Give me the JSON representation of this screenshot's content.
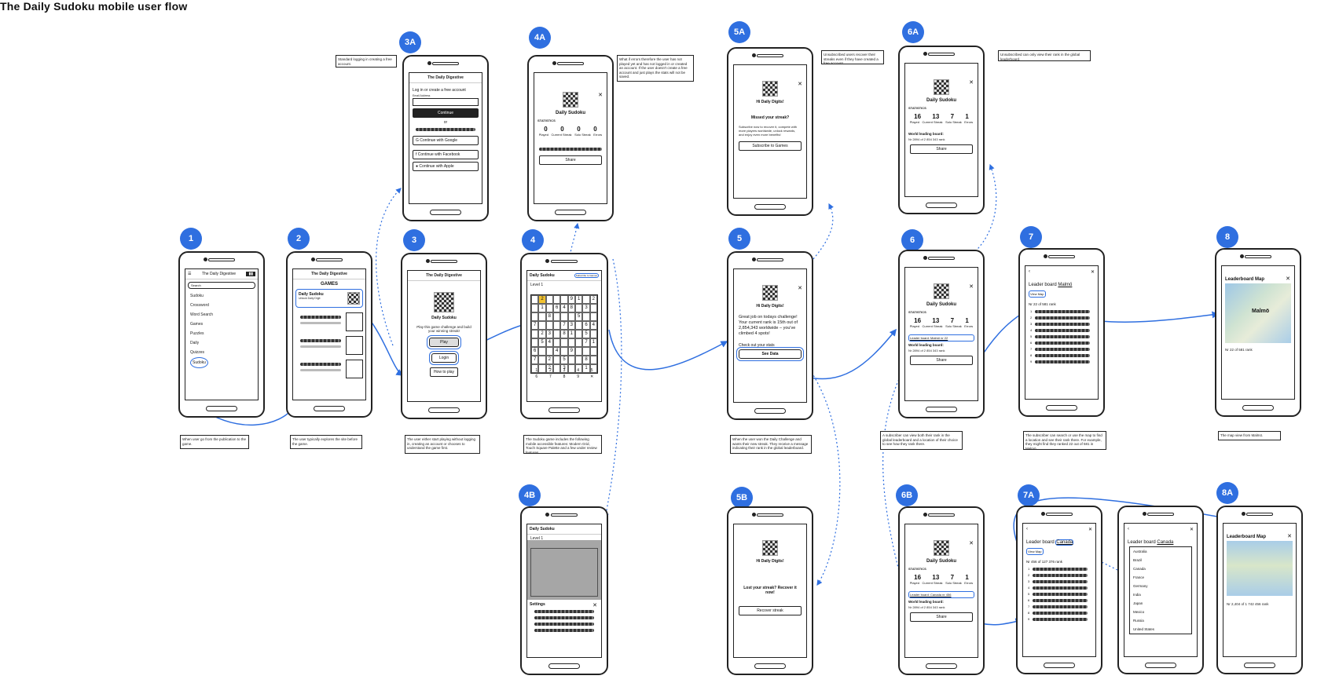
{
  "title": "The Daily Sudoku mobile user flow",
  "accent": "#2f6fe0",
  "badges": [
    "1",
    "2",
    "3",
    "4",
    "5",
    "6",
    "7",
    "8",
    "3A",
    "4A",
    "5A",
    "6A",
    "4B",
    "5B",
    "6B",
    "7A",
    "8A"
  ],
  "screens": {
    "s1": {
      "app": "The Daily Digestive",
      "search": "Search",
      "menu_items": [
        "Sudoku",
        "Crossword",
        "Word Search",
        "Games",
        "Puzzles",
        "Daily",
        "Quizzes",
        "Sudoku"
      ]
    },
    "s2": {
      "app": "The Daily Digestive",
      "header": "GAMES",
      "game_title": "Daily Sudoku",
      "game_sub": "Unlock Daily Digit"
    },
    "s3": {
      "app": "The Daily Digestive",
      "title": "Daily Sudoku",
      "body": "Play this game challenge and build your winning streak!",
      "btn_play": "Play",
      "btn_login": "Login",
      "btn_howto": "How to play"
    },
    "s3a": {
      "app": "The Daily Digestive",
      "title": "Log in or create a free account",
      "email_label": "Email Address",
      "continue": "Continue",
      "or": "or",
      "google": "Continue with Google",
      "facebook": "Continue with Facebook",
      "apple": "Continue with Apple"
    },
    "s4": {
      "app": "Daily Sudoku",
      "btn": "Subscribe to Games",
      "level": "Level 1",
      "digits": [
        "1",
        "2",
        "3",
        "4",
        "5",
        "6",
        "7",
        "8",
        "9"
      ]
    },
    "s4a": {
      "title": "Daily Sudoku",
      "stats_header": "STATISTICS",
      "stats": [
        "0",
        "0",
        "0",
        "0"
      ],
      "stat_labels": [
        "Played",
        "Current Streak",
        "Solo Streak",
        "Errors"
      ],
      "share": "Share"
    },
    "s4b": {
      "app": "Daily Sudoku",
      "level": "Level 1",
      "settings": "Settings"
    },
    "s5": {
      "greeting": "Hi Daily Digits!",
      "msg": "Great job on todays challenge! Your current rank is 15th out of 2,854,343 worldwide – you've climbed 4 spots!",
      "check": "Check out your stats",
      "btn": "See Data"
    },
    "s5a": {
      "greeting": "Hi Daily Digits!",
      "headline": "Missed your streak?",
      "body": "Subscribe now to recover it, compete with more players worldwide, unlock rewards, and enjoy even more benefits!",
      "btn": "Subscribe to Games"
    },
    "s5b": {
      "greeting": "Hi Daily Digits!",
      "headline": "Lost your streak? Recover it now!",
      "btn": "Recover streak"
    },
    "s6": {
      "title": "Daily Sudoku",
      "stats_header": "STATISTICS",
      "stats": [
        "16",
        "13",
        "7",
        "1"
      ],
      "stat_labels": [
        "Played",
        "Current Streak",
        "Solo Streak",
        "Errors"
      ],
      "lb_link": "Leader board: Malmö nr 22",
      "world": "World leading board:",
      "world_rank": "Nr 2894 of 2 854 343 rank",
      "share": "Share"
    },
    "s6a": {
      "title": "Daily Sudoku",
      "stats_header": "STATISTICS",
      "stats": [
        "16",
        "13",
        "7",
        "1"
      ],
      "stat_labels": [
        "Played",
        "Current Streak",
        "Solo Streak",
        "Errors"
      ],
      "world": "World leading board:",
      "world_rank": "Nr 2894 of 2 854 343 rank",
      "share": "Share"
    },
    "s6b": {
      "title": "Daily Sudoku",
      "stats_header": "STATISTICS",
      "stats": [
        "16",
        "13",
        "7",
        "1"
      ],
      "stat_labels": [
        "Played",
        "Current Streak",
        "Solo Streak",
        "Errors"
      ],
      "lb_link": "Leader board: Canada nr 456",
      "world": "World leading board:",
      "world_rank": "Nr 2894 of 2 854 343 rank",
      "share": "Share"
    },
    "s7": {
      "lb": "Leader board",
      "city": "Malmö",
      "view_map": "View Map",
      "rank": "Nr 22 of 581 rank",
      "ranks": [
        "1",
        "2",
        "3",
        "4",
        "5",
        "6",
        "7",
        "8",
        "9"
      ]
    },
    "s7a": {
      "lb": "Leader board",
      "city": "Canada",
      "view_map": "View Map",
      "rank": "Nr 456 of 127 376 rank",
      "ranks": [
        "1",
        "2",
        "3",
        "4",
        "5",
        "6",
        "7",
        "8",
        "9"
      ]
    },
    "s7b": {
      "lb": "Leader board",
      "city": "Canada",
      "countries": [
        "Australia",
        "Brazil",
        "Canada",
        "France",
        "Germany",
        "India",
        "Japan",
        "Mexico",
        "Russia",
        "United States"
      ]
    },
    "s8": {
      "title": "Leaderboard Map",
      "place": "Malmö",
      "rank": "Nr 22 of 581 rank"
    },
    "s8a": {
      "title": "Leaderboard Map",
      "rank": "Nr 2,404 of 1 742 456 rank"
    }
  },
  "notes": {
    "n1": "When user go from the publication to the game.",
    "n2": "The user typically explores the site before the game.",
    "n3": "The user either start playing without logging in, creating an account or chooses to understand the game first.",
    "n4": "The Sudoku game includes the following mobile accessible features: Modern Grid, Touch Square Palette and a few under review features.",
    "n3a": "Standard logging in creating a free account.",
    "n4a": "What if errors therefore the user has not played yet and has not logged in or created an account. If the user doesn't create a free account and just plays the stats will not be saved.",
    "n5": "When the user won the Daily Challenge and wants their new streak. They receive a message indicating their rank in the global leaderboard.",
    "n5a": "Unsubscribed users recover their streaks even if they have created a free account.",
    "n6": "A subscriber can view both their rank in the global leaderboard and a location of their choice to see how they rank there.",
    "n6a": "Unsubscribed can only view their rank in the global leaderboard.",
    "n7": "The subscriber can search or use the map to find a location and see their rank there. For example, they might find they ranked 22 out of 581 in Malmö.",
    "n8": "The map view from Malmö."
  }
}
